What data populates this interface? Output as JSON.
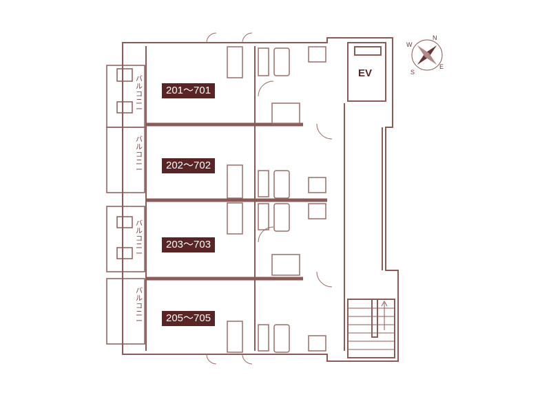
{
  "units": [
    {
      "label": "201～701"
    },
    {
      "label": "202～702"
    },
    {
      "label": "203～703"
    },
    {
      "label": "205～705"
    }
  ],
  "balcony_label": "バルコニー",
  "elevator_label": "EV",
  "compass": {
    "n": "N",
    "e": "E",
    "s": "S",
    "w": "W"
  },
  "colors": {
    "wall": "#8b5a55",
    "wall_dark": "#6b3434",
    "fixture": "#9a6b66",
    "tag_bg": "#5a2424"
  }
}
